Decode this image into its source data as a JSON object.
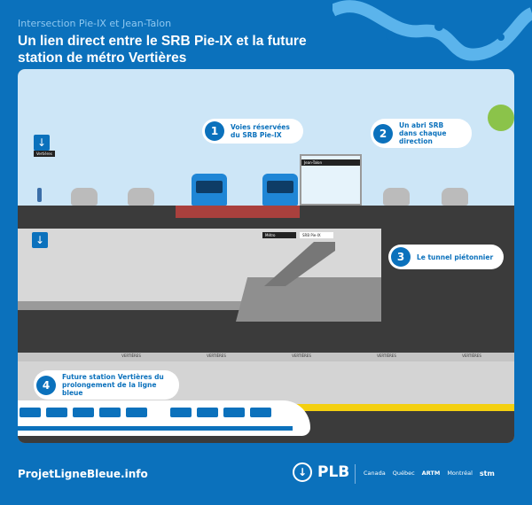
{
  "header": {
    "kicker": "Intersection Pie-IX et Jean-Talon",
    "title": "Un lien direct entre le SRB Pie-IX et la future station de métro Vertières"
  },
  "callouts": [
    {
      "number": "1",
      "text": "Voies réservées du SRB Pie-IX"
    },
    {
      "number": "2",
      "text": "Un abri SRB dans chaque direction"
    },
    {
      "number": "3",
      "text": "Le tunnel piétonnier"
    },
    {
      "number": "4",
      "text": "Future station Vertières du prolongement de la ligne bleue"
    }
  ],
  "signs": {
    "metro_station": "Vertières",
    "shelter": "Jean-Talon",
    "mezz_metro": "Métro",
    "mezz_srb": "SRB Pie-IX",
    "platform": "VERTIÈRES"
  },
  "footer": {
    "url": "ProjetLigneBleue.info",
    "logo": "PLB",
    "partners": [
      "Canada",
      "Québec",
      "ARTM",
      "Montréal",
      "stm"
    ]
  },
  "colors": {
    "brand": "#0b71bc",
    "sky": "#cde6f7",
    "lane": "#a9403d",
    "platform_edge": "#f4d010"
  }
}
